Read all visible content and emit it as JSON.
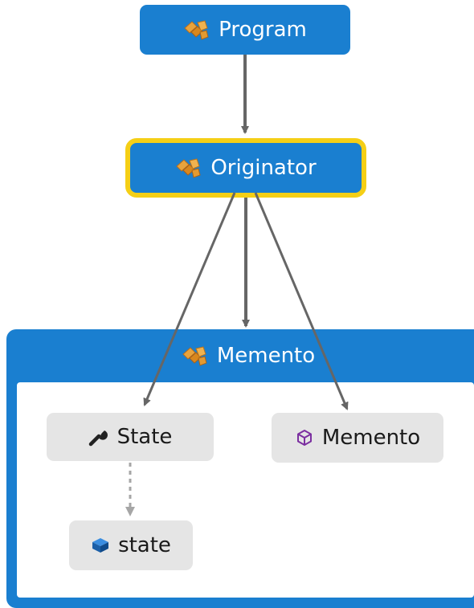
{
  "nodes": {
    "program": {
      "label": "Program",
      "icon": "class-cluster-icon"
    },
    "originator": {
      "label": "Originator",
      "icon": "class-cluster-icon",
      "highlight_color": "#f5cf16"
    },
    "memento_group": {
      "label": "Memento",
      "icon": "class-cluster-icon"
    },
    "state_property": {
      "label": "State",
      "icon": "wrench-icon"
    },
    "memento_constructor": {
      "label": "Memento",
      "icon": "cube-outline-icon"
    },
    "state_field": {
      "label": "state",
      "icon": "field-icon"
    }
  },
  "edges": [
    {
      "from": "Program",
      "to": "Originator",
      "style": "solid"
    },
    {
      "from": "Originator",
      "to": "Memento",
      "style": "solid"
    },
    {
      "from": "Originator",
      "to": "State",
      "style": "solid"
    },
    {
      "from": "Originator",
      "to": "Memento (member)",
      "style": "solid"
    },
    {
      "from": "State",
      "to": "state",
      "style": "dashed"
    }
  ],
  "colors": {
    "class_fill": "#1a7fd0",
    "member_fill": "#e5e5e5",
    "edge": "#666666",
    "dashed_edge": "#a6a6a6",
    "highlight": "#f5cf16"
  }
}
